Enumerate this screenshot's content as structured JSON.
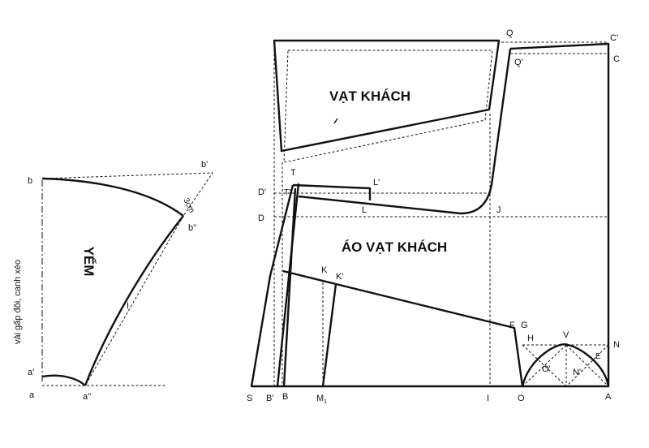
{
  "titles": {
    "vat_khach": "VẠT KHÁCH",
    "ao_vat_khach": "ÁO VẠT KHÁCH",
    "yem": "YẾM"
  },
  "yem": {
    "side_note": "vải gấp đôi, canh xéo",
    "measure": "3cm",
    "points": {
      "b": "b",
      "b1": "b'",
      "b2": "b''",
      "a": "a",
      "a1": "a'",
      "a2": "a''",
      "i": "I"
    }
  },
  "points": {
    "Q": "Q",
    "C1": "C'",
    "C": "C",
    "Q1": "Q'",
    "T": "T",
    "L1": "L'",
    "D1": "D'",
    "D": "D",
    "L": "L",
    "J": "J",
    "T2": "T'",
    "K": "K",
    "K1": "K'",
    "F": "F",
    "G": "G",
    "H": "H",
    "V": "V",
    "N": "N",
    "E": "E",
    "O1": "O'",
    "N1": "N'",
    "S": "S",
    "B1": "B'",
    "B": "B",
    "M1": "M",
    "M1_sub": "1",
    "I": "I",
    "O": "O",
    "A": "A"
  }
}
